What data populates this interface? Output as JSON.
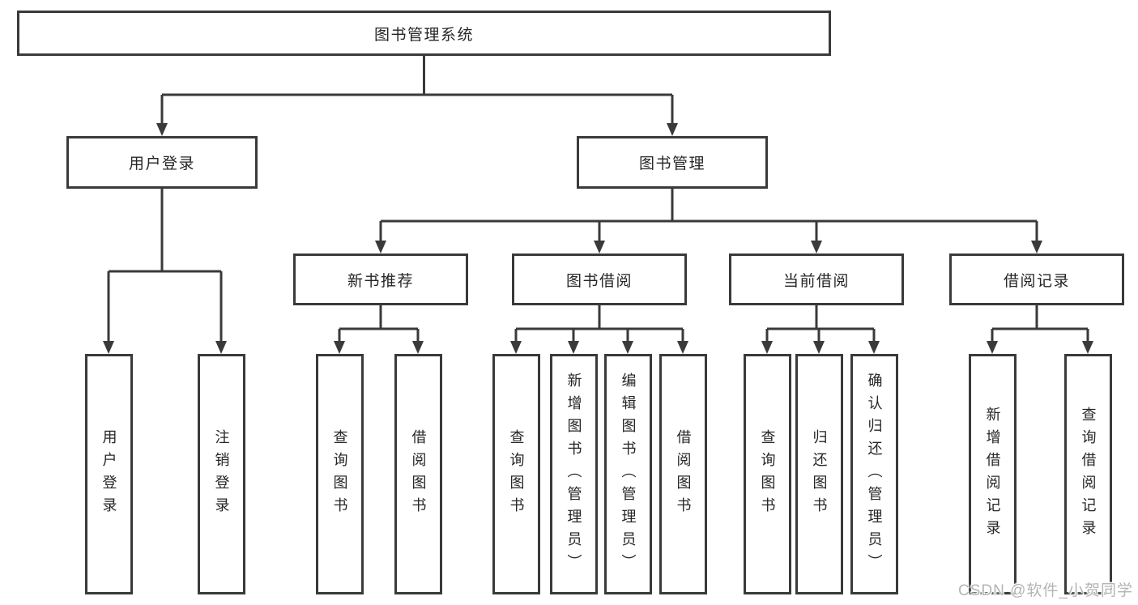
{
  "diagram": {
    "root": {
      "label": "图书管理系统"
    },
    "branches": [
      {
        "label": "用户登录",
        "children": [
          {
            "label": "用户登录"
          },
          {
            "label": "注销登录"
          }
        ]
      },
      {
        "label": "图书管理",
        "children": [
          {
            "label": "新书推荐",
            "children": [
              {
                "label": "查询图书"
              },
              {
                "label": "借阅图书"
              }
            ]
          },
          {
            "label": "图书借阅",
            "children": [
              {
                "label": "查询图书"
              },
              {
                "label": "新增图书（管理员）"
              },
              {
                "label": "编辑图书（管理员）"
              },
              {
                "label": "借阅图书"
              }
            ]
          },
          {
            "label": "当前借阅",
            "children": [
              {
                "label": "查询图书"
              },
              {
                "label": "归还图书"
              },
              {
                "label": "确认归还（管理员）"
              }
            ]
          },
          {
            "label": "借阅记录",
            "children": [
              {
                "label": "新增借阅记录"
              },
              {
                "label": "查询借阅记录"
              }
            ]
          }
        ]
      }
    ]
  },
  "watermark": {
    "text": "CSDN @软件_小贺同学"
  },
  "colors": {
    "line": "#3a3a3a",
    "box_border": "#3a3a3a",
    "box_fill": "#ffffff",
    "text": "#262626",
    "watermark": "#b4b4b4",
    "background": "#ffffff"
  }
}
